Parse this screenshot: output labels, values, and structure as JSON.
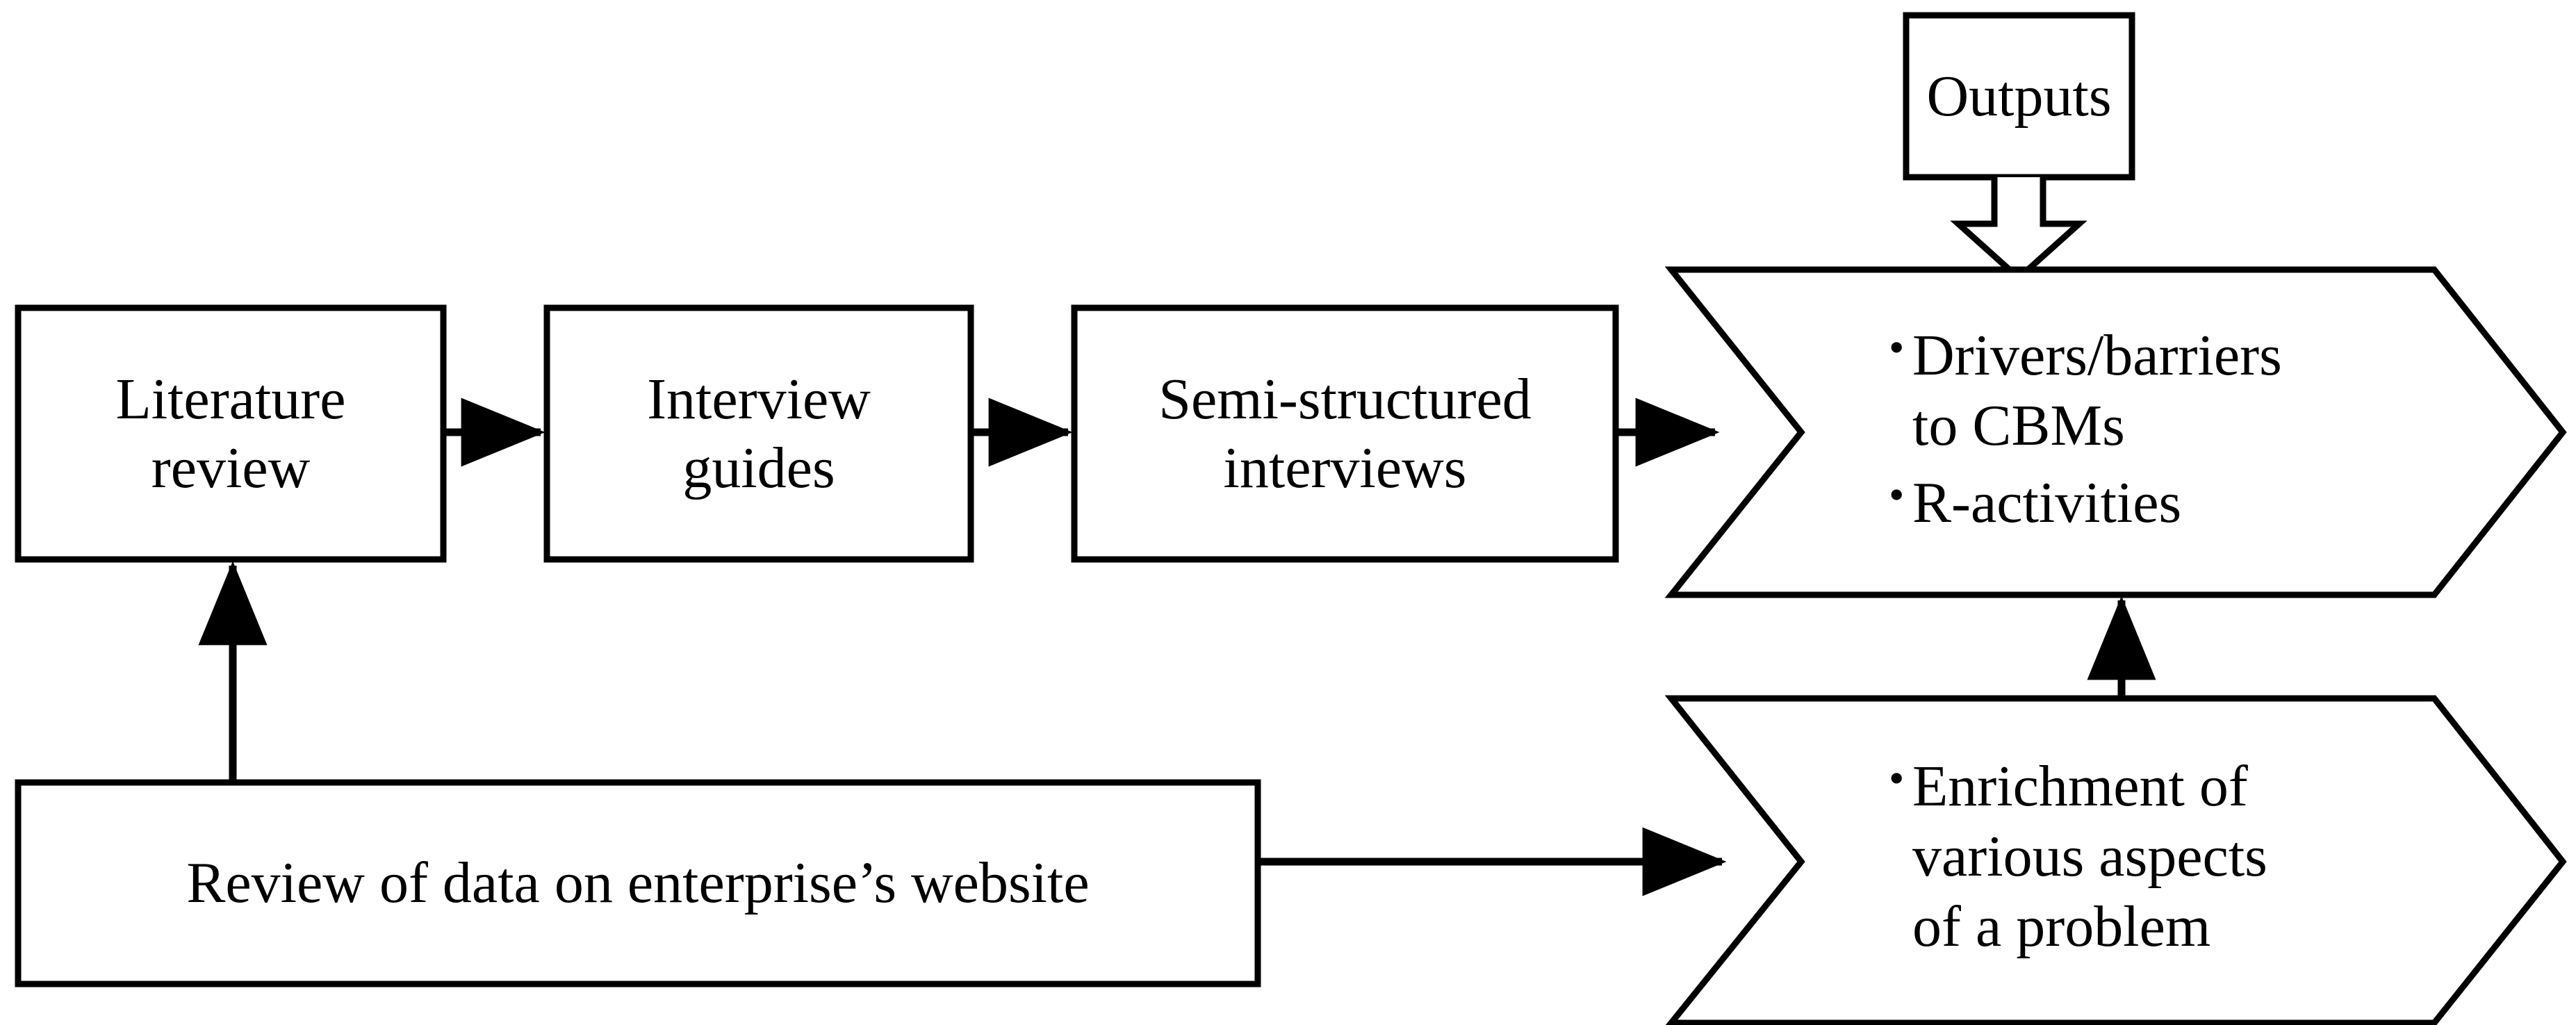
{
  "diagram": {
    "title": "Research design flow diagram",
    "background_color": "#ffffff",
    "stroke_color": "#000000",
    "nodes": {
      "literature_review": {
        "label": "Literature\nreview",
        "shape": "rectangle"
      },
      "interview_guides": {
        "label": "Interview\nguides",
        "shape": "rectangle"
      },
      "semi_structured_interviews": {
        "label": "Semi-structured\ninterviews",
        "shape": "rectangle"
      },
      "website_review": {
        "label": "Review of data on enterprise’s website",
        "shape": "rectangle"
      },
      "outputs": {
        "label": "Outputs",
        "shape": "rectangle"
      },
      "outputs_chevron": {
        "shape": "chevron",
        "bullets": [
          "Drivers/barriers\nto CBMs",
          "R-activities"
        ]
      },
      "enrichment_chevron": {
        "shape": "chevron",
        "bullets": [
          "Enrichment of\nvarious aspects\nof a problem"
        ]
      }
    },
    "connectors": [
      {
        "name": "literature-review-to-interview-guides",
        "kind": "arrow-right"
      },
      {
        "name": "interview-guides-to-semi-structured-interviews",
        "kind": "arrow-right"
      },
      {
        "name": "semi-structured-interviews-to-outputs-chevron",
        "kind": "arrow-right"
      },
      {
        "name": "website-review-to-literature-review",
        "kind": "arrow-up"
      },
      {
        "name": "website-review-to-enrichment-chevron",
        "kind": "arrow-right"
      },
      {
        "name": "enrichment-chevron-to-outputs-chevron",
        "kind": "arrow-up"
      },
      {
        "name": "outputs-to-outputs-chevron",
        "kind": "block-arrow-down"
      }
    ],
    "bullet_glyph": "•"
  }
}
